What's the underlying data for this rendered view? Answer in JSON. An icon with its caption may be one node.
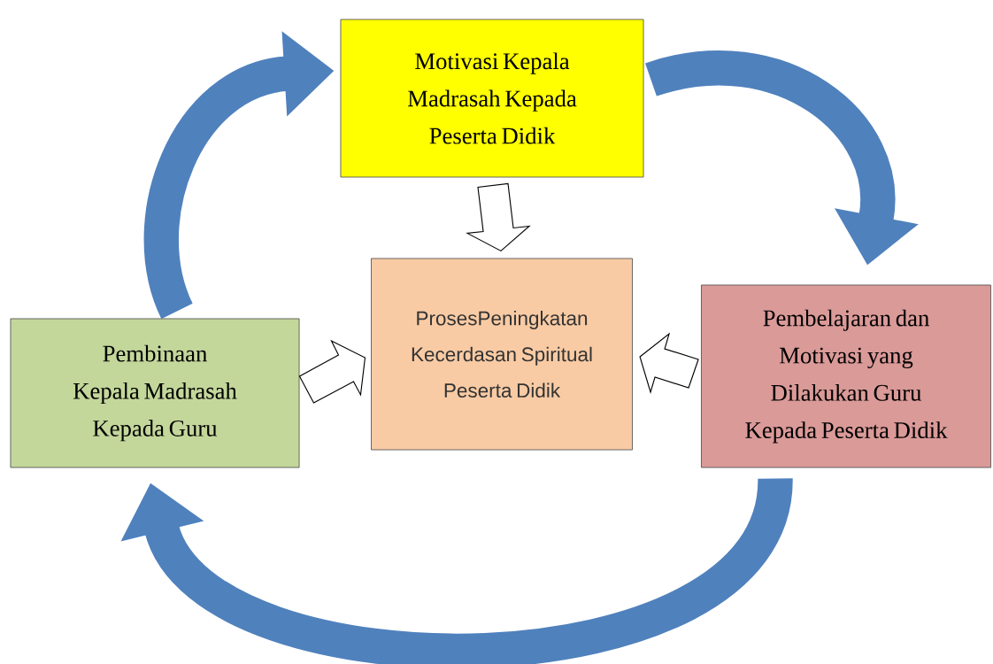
{
  "diagram": {
    "nodes": [
      {
        "text": [
          "Motivasi Kepala Madrasah Kepada Peserta Didik"
        ]
      },
      {
        "text": [
          "ProsesPeningkatan Kecerdasan Spiritual Peserta Didik"
        ]
      },
      {
        "text": [
          "Pembinaan Kepala Madrasah Kepada Guru"
        ]
      },
      {
        "text": [
          "Pembelajaran dan Motivasi yang Dilakukan Guru Kepada Peserta Didik"
        ]
      }
    ],
    "edges": [
      {
        "from": 2,
        "to": 0,
        "arrow": "to",
        "color": "#4f81bd"
      },
      {
        "from": 0,
        "to": 3,
        "arrow": "to",
        "color": "#4f81bd"
      },
      {
        "from": 3,
        "to": 2,
        "arrow": "to",
        "color": "#4f81bd"
      },
      {
        "from": 0,
        "to": 1,
        "arrow": "to"
      },
      {
        "from": 2,
        "to": 1,
        "arrow": "to"
      },
      {
        "from": 3,
        "to": 1,
        "arrow": "to"
      }
    ]
  }
}
